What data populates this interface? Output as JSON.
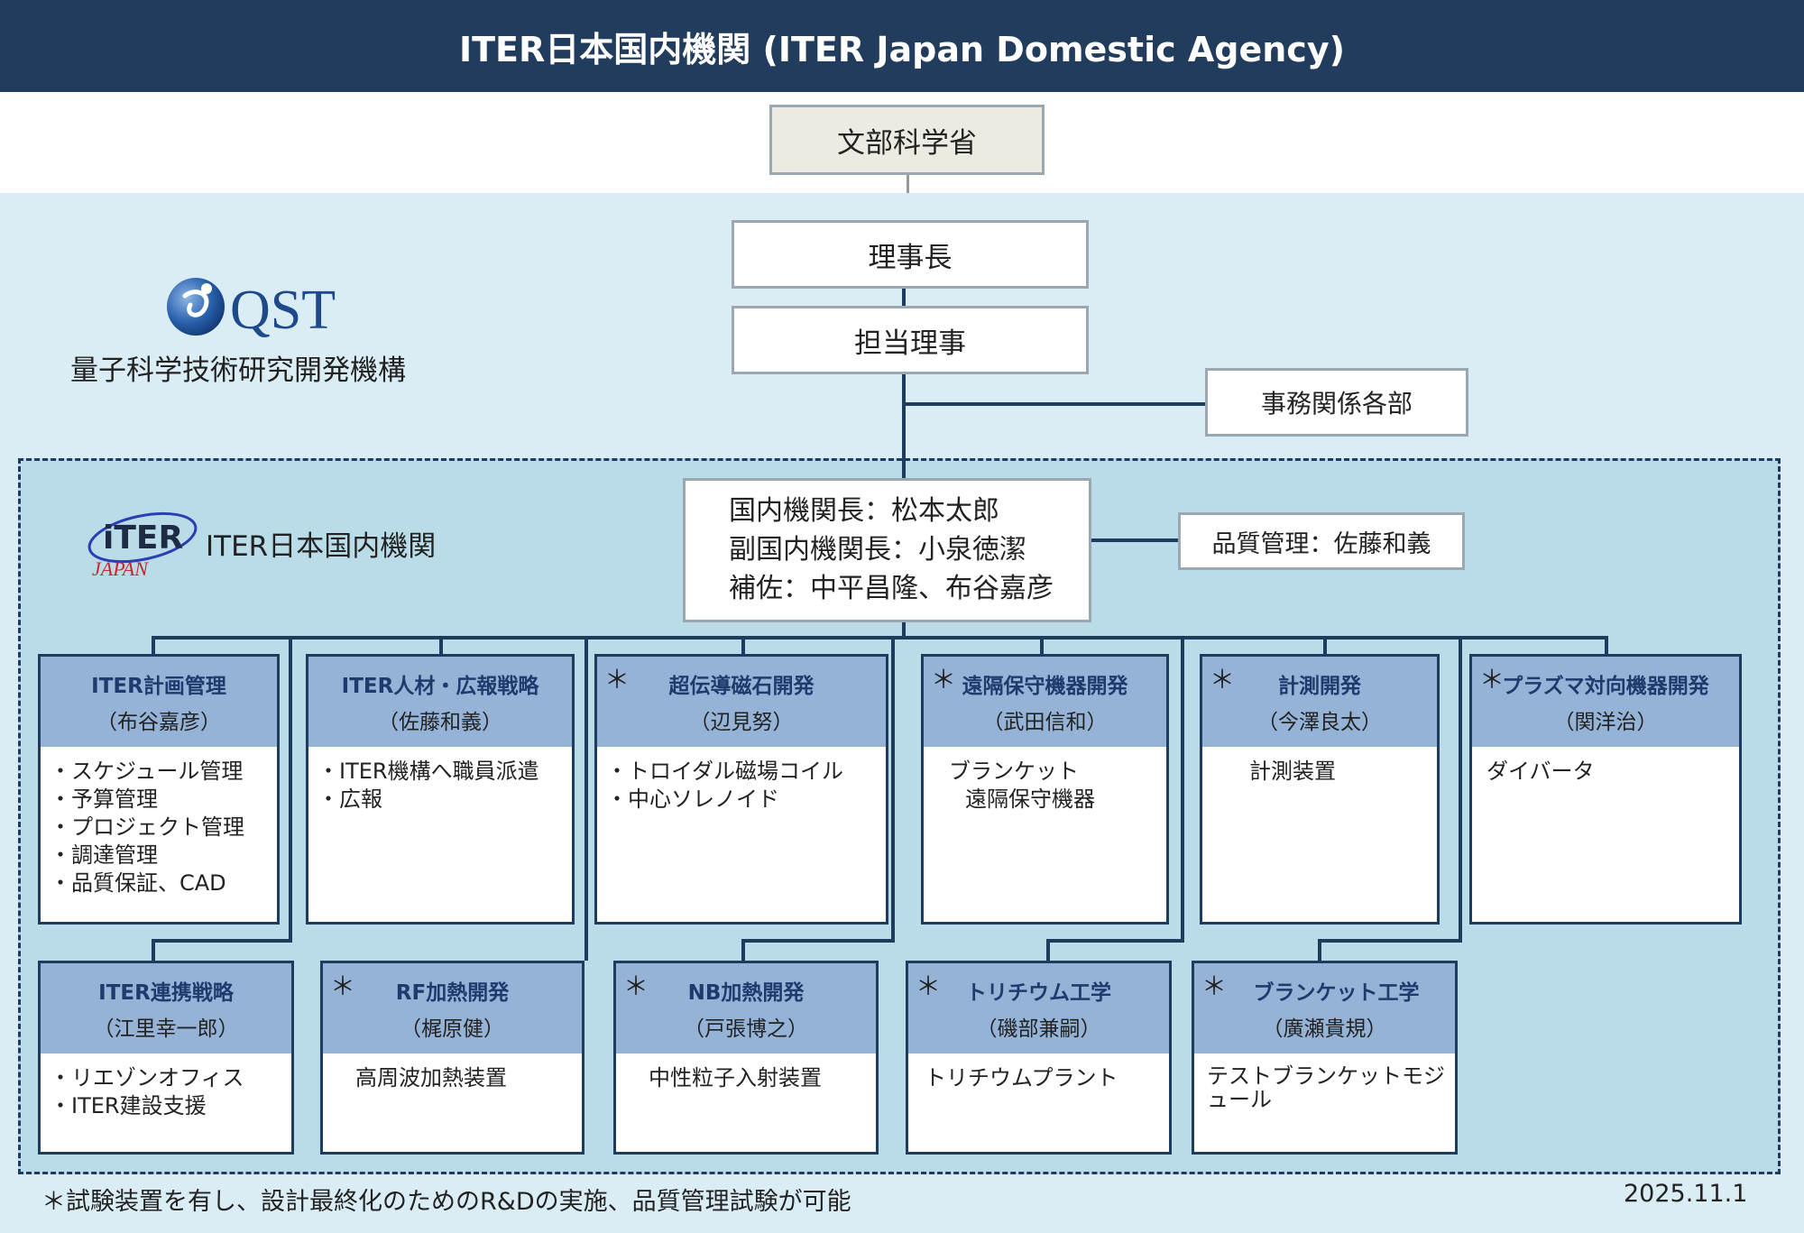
{
  "header": {
    "title": "ITER日本国内機関 (ITER Japan Domestic Agency)"
  },
  "top": {
    "ministry": "文部科学省",
    "chairman": "理事長",
    "director": "担当理事",
    "affairs": "事務関係各部"
  },
  "qst": {
    "logo_text": "QST",
    "name": "量子科学技術研究開発機構"
  },
  "agency": {
    "logo_text": "iTER",
    "logo_sub": "JAPAN",
    "label": "ITER日本国内機関",
    "leaders": [
      "国内機関長：松本太郎",
      "副国内機関長：小泉徳潔",
      "補佐：中平昌隆、布谷嘉彦"
    ],
    "quality": "品質管理：佐藤和義"
  },
  "departments": [
    {
      "name": "ITER計画管理",
      "person": "（布谷嘉彦）",
      "star": "",
      "items": [
        "・スケジュール管理",
        "・予算管理",
        "・プロジェクト管理",
        "・調達管理",
        "・品質保証、CAD"
      ]
    },
    {
      "name": "ITER人材・広報戦略",
      "person": "（佐藤和義）",
      "star": "",
      "items": [
        "・ITER機構へ職員派遣",
        "・広報"
      ]
    },
    {
      "name": "超伝導磁石開発",
      "person": "（辺見努）",
      "star": "＊",
      "items": [
        "・トロイダル磁場コイル",
        "・中心ソレノイド"
      ]
    },
    {
      "name": "遠隔保守機器開発",
      "person": "（武田信和）",
      "star": "＊",
      "items": [
        "ブランケット",
        "遠隔保守機器"
      ]
    },
    {
      "name": "計測開発",
      "person": "（今澤良太）",
      "star": "＊",
      "items": [
        "計測装置"
      ]
    },
    {
      "name": "プラズマ対向機器開発",
      "person": "（関洋治）",
      "star": "＊",
      "items": [
        "ダイバータ"
      ]
    },
    {
      "name": "ITER連携戦略",
      "person": "（江里幸一郎）",
      "star": "",
      "items": [
        "・リエゾンオフィス",
        "・ITER建設支援"
      ]
    },
    {
      "name": "RF加熱開発",
      "person": "（梶原健）",
      "star": "＊",
      "items": [
        "高周波加熱装置"
      ]
    },
    {
      "name": "NB加熱開発",
      "person": "（戸張博之）",
      "star": "＊",
      "items": [
        "中性粒子入射装置"
      ]
    },
    {
      "name": "トリチウム工学",
      "person": "（磯部兼嗣）",
      "star": "＊",
      "items": [
        "トリチウムプラント"
      ]
    },
    {
      "name": "ブランケット工学",
      "person": "（廣瀬貴規）",
      "star": "＊",
      "items": [
        "テストブランケットモジュール"
      ]
    }
  ],
  "footer": {
    "note": "＊試験装置を有し、設計最終化のためのR&Dの実施、品質管理試験が可能",
    "date": "2025.11.1"
  },
  "colors": {
    "header_bg": "#223c5e",
    "dept_header_bg": "#95b3d7",
    "dept_title": "#1f3b6e",
    "agency_frame": "#b9dce8",
    "qst_bg": "#daedf5",
    "ministry_bg": "#ecebe2"
  }
}
